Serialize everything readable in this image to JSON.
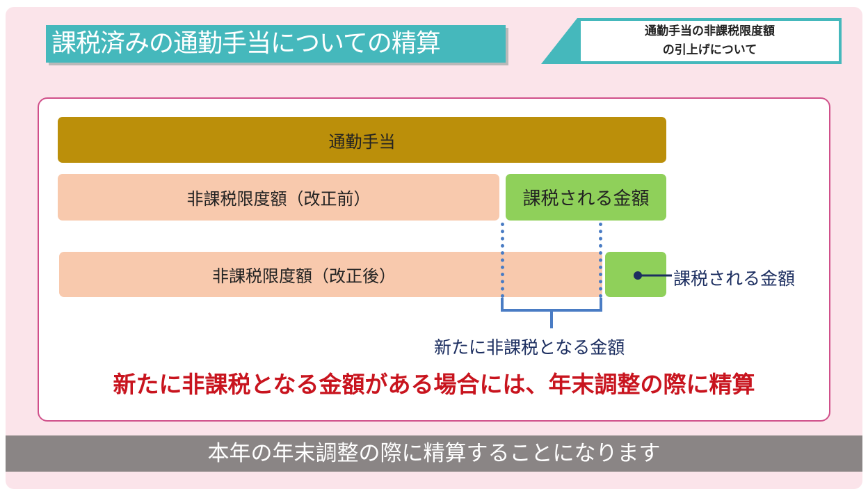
{
  "header": {
    "title": "課税済みの通勤手当についての精算",
    "badge_line1": "通勤手当の非課税限度額",
    "badge_line2": "の引上げについて"
  },
  "diagram": {
    "total_label": "通勤手当",
    "before_label": "非課税限度額（改正前）",
    "taxed_label_1": "課税される金額",
    "after_label": "非課税限度額（改正後）",
    "taxed_label_2": "課税される金額",
    "new_exempt_label": "新たに非課税となる金額"
  },
  "note": "新たに非課税となる金額がある場合には、年末調整の際に精算",
  "subtitle": "本年の年末調整の際に精算することになります",
  "colors": {
    "teal": "#45b8bc",
    "gold": "#bb8f0a",
    "peach": "#f8c9ad",
    "green": "#8fd05a",
    "red": "#c8141e",
    "navy": "#1c2e60"
  }
}
